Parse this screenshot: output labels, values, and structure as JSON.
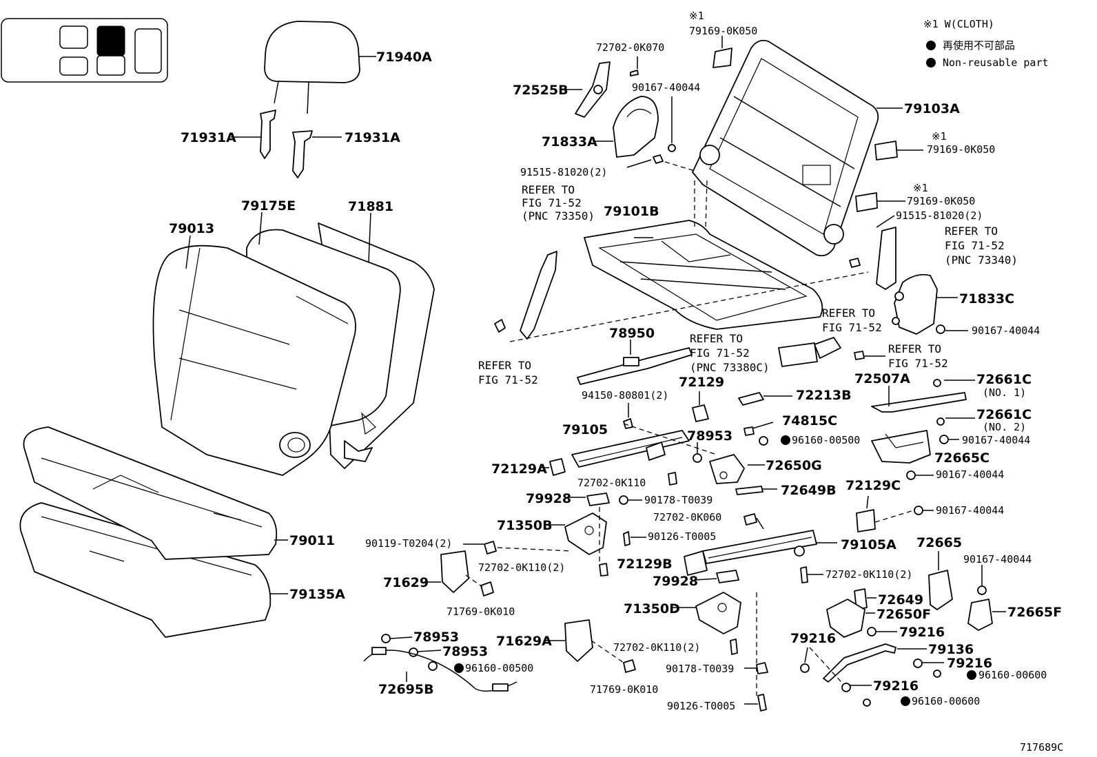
{
  "legend": {
    "note_mark": "※1 W(CLOTH)",
    "nonreusable_jp": "再使用不可部品",
    "nonreusable_en": "Non-reusable part"
  },
  "labels": {
    "l71940A": "71940A",
    "l71931A_left": "71931A",
    "l71931A_right": "71931A",
    "l79175E": "79175E",
    "l71881": "71881",
    "l79013": "79013",
    "l79011": "79011",
    "l79135A": "79135A",
    "l72702_0K070": "72702-0K070",
    "l72525B": "72525B",
    "l90167_40044_a": "90167-40044",
    "l71833A": "71833A",
    "l91515_81020_a": "91515-81020(2)",
    "ref1": [
      "REFER TO",
      "FIG 71-52",
      "(PNC 73350)"
    ],
    "l79101B": "79101B",
    "note1_a": "※1",
    "l79169_0K050_a": "79169-0K050",
    "l79103A": "79103A",
    "note1_b": "※1",
    "l79169_0K050_b": "79169-0K050",
    "note1_c": "※1",
    "l79169_0K050_c": "79169-0K050",
    "l91515_81020_b": "91515-81020(2)",
    "ref2": [
      "REFER TO",
      "FIG 71-52",
      "(PNC 73340)"
    ],
    "l71833C": "71833C",
    "ref3": [
      "REFER TO",
      "FIG 71-52"
    ],
    "l90167_40044_b": "90167-40044",
    "ref4": [
      "REFER TO",
      "FIG 71-52",
      "(PNC 73380C)"
    ],
    "ref5": [
      "REFER TO",
      "FIG 71-52"
    ],
    "ref6": [
      "REFER TO",
      "FIG 71-52"
    ],
    "l78950": "78950",
    "l72129": "72129",
    "l72213B": "72213B",
    "l72507A": "72507A",
    "l72661C_1": "72661C",
    "no1": "(NO. 1)",
    "l72661C_2": "72661C",
    "no2": "(NO. 2)",
    "l94150_80801": "94150-80801(2)",
    "l79105": "79105",
    "l74815C": "74815C",
    "l78953_a": "78953",
    "l96160_00500_a": "96160-00500",
    "l90167_40044_c": "90167-40044",
    "l72665C": "72665C",
    "l72650G": "72650G",
    "l72129A": "72129A",
    "l72702_0K110_a": "72702-0K110",
    "l90167_40044_d": "90167-40044",
    "l72649B": "72649B",
    "l72129C": "72129C",
    "l79928_a": "79928",
    "l90178_T0039_a": "90178-T0039",
    "l72702_0K060": "72702-0K060",
    "l90167_40044_e": "90167-40044",
    "l71350B": "71350B",
    "l90126_T0005_a": "90126-T0005",
    "l90119_T0204": "90119-T0204(2)",
    "l79105A": "79105A",
    "l72665": "72665",
    "l90167_40044_f": "90167-40044",
    "l72129B": "72129B",
    "l72702_0K110_b": "72702-0K110(2)",
    "l72702_0K110_c": "72702-0K110(2)",
    "l79928_b": "79928",
    "l71629": "71629",
    "l72649": "72649",
    "l71350D": "71350D",
    "l72650F": "72650F",
    "l72665F": "72665F",
    "l71769_0K010_a": "71769-0K010",
    "l79216_a": "79216",
    "l78953_b": "78953",
    "l78953_c": "78953",
    "l71629A": "71629A",
    "l72702_0K110_d": "72702-0K110(2)",
    "l79216_b": "79216",
    "l79136": "79136",
    "l96160_00500_b": "96160-00500",
    "l79216_c": "79216",
    "l96160_00600_a": "96160-00600",
    "l90178_T0039_b": "90178-T0039",
    "l72695B": "72695B",
    "l71769_0K010_b": "71769-0K010",
    "l79216_d": "79216",
    "l90126_T0005_b": "90126-T0005",
    "l96160_00600_b": "96160-00600",
    "fig_id": "717689C"
  }
}
